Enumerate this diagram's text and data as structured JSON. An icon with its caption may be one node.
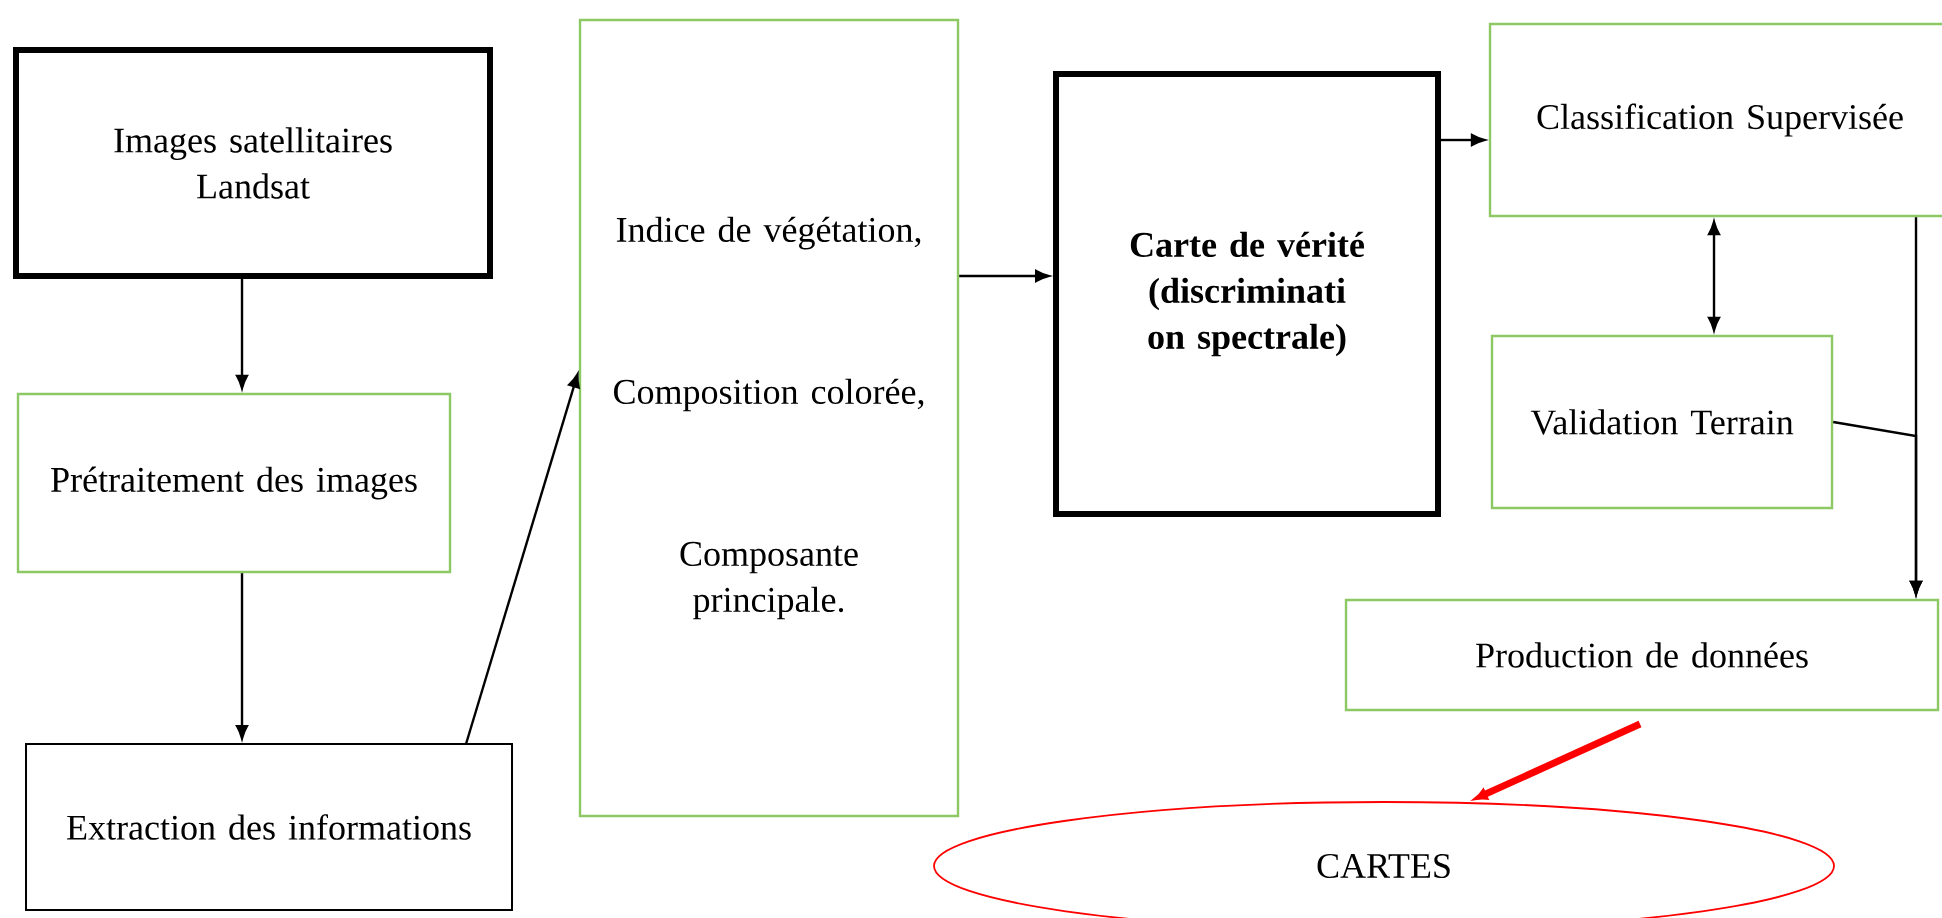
{
  "diagram": {
    "nodes": [
      {
        "text": [
          "Images satellitaires Landsat"
        ]
      },
      {
        "text": [
          "Prétraitement des images"
        ]
      },
      {
        "text": [
          "Extraction des informations"
        ]
      },
      {
        "text": [
          "Indice de végétation,",
          "Composition colorée,",
          "Composante principale."
        ]
      },
      {
        "text": [
          "Carte de vérité (discriminati on spectrale)"
        ]
      },
      {
        "text": [
          "Classification Supervisée"
        ]
      },
      {
        "text": [
          "Validation Terrain"
        ]
      },
      {
        "text": [
          "Production de données"
        ]
      },
      {
        "text": [
          "CARTES"
        ]
      }
    ],
    "edges": [
      {
        "from": 0,
        "to": 1,
        "arrow": "to"
      },
      {
        "from": 1,
        "to": 2,
        "arrow": "to"
      },
      {
        "from": 2,
        "to": 3,
        "arrow": "to"
      },
      {
        "from": 3,
        "to": 4,
        "arrow": "to"
      },
      {
        "from": 4,
        "to": 5,
        "arrow": "to"
      },
      {
        "from": 5,
        "to": 6,
        "arrow": "both"
      },
      {
        "from": 5,
        "to": 7,
        "arrow": "to"
      },
      {
        "from": 6,
        "to": 7,
        "arrow": "to"
      },
      {
        "from": 7,
        "to": 8,
        "arrow": "to",
        "style": "thick",
        "color": "#ff0000"
      }
    ]
  }
}
